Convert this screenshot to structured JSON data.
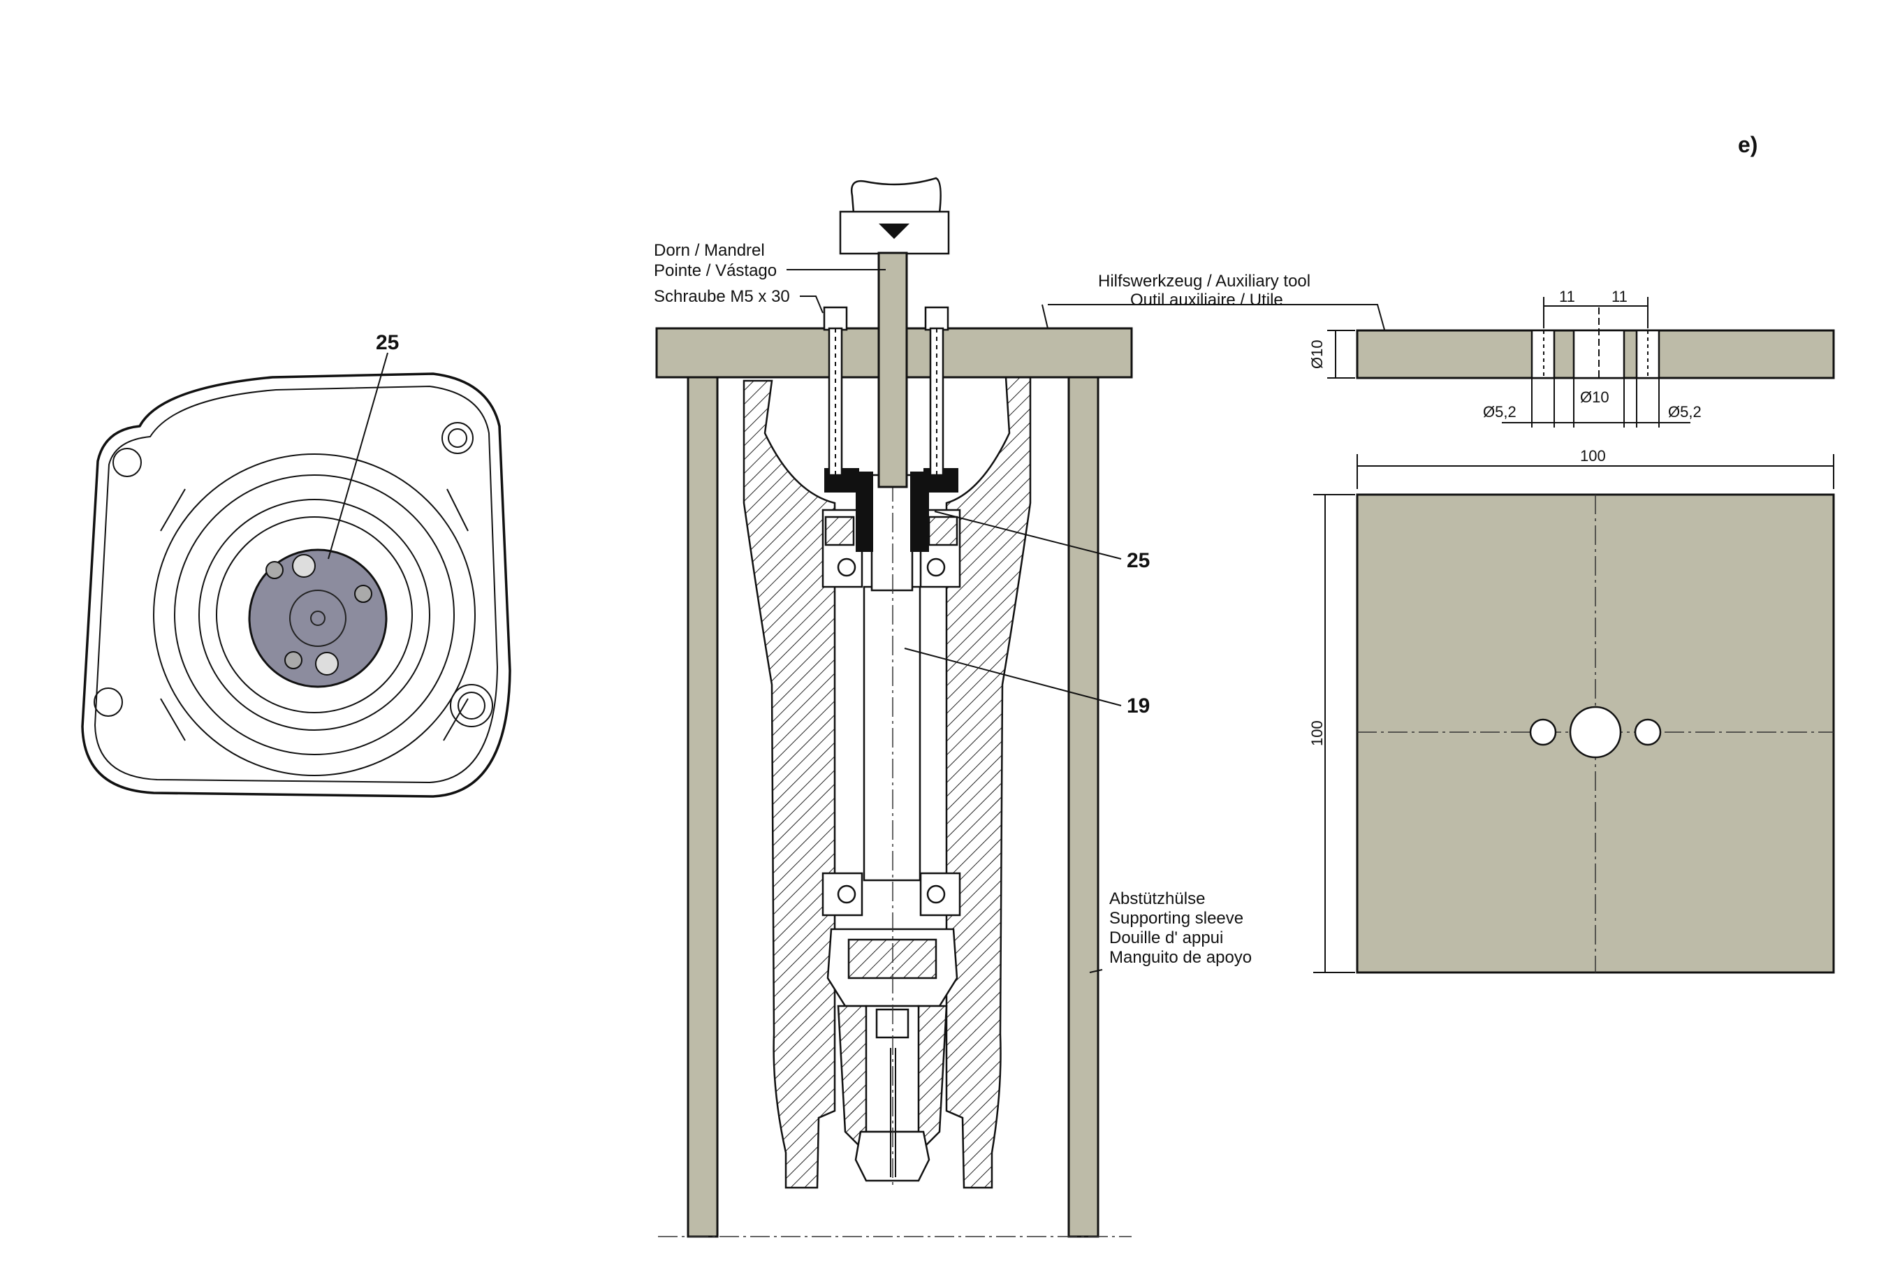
{
  "corner_fragment": "e)",
  "left_view": {
    "callout": "25"
  },
  "section_view": {
    "mandrel_label": [
      "Dorn / Mandrel",
      "Pointe / Vástago"
    ],
    "screw_label": "Schraube M5 x 30",
    "aux_tool_label": [
      "Hilfswerkzeug / Auxiliary tool",
      "Outil auxiliaire / Utile"
    ],
    "callout_25": "25",
    "callout_19": "19",
    "sleeve_label": [
      "Abstützhülse",
      "Supporting sleeve",
      "Douille d' appui",
      "Manguito de apoyo"
    ]
  },
  "aux_tool_drawing": {
    "dim_11_left": "11",
    "dim_11_right": "11",
    "dim_thickness": "Ø10",
    "dim_hole_left": "Ø5,2",
    "dim_hole_center": "Ø10",
    "dim_hole_right": "Ø5,2",
    "dim_width": "100",
    "dim_height": "100"
  },
  "colors": {
    "plate": "#bdbba8",
    "pilot_disc": "#8c8c9e",
    "ink": "#111111"
  }
}
